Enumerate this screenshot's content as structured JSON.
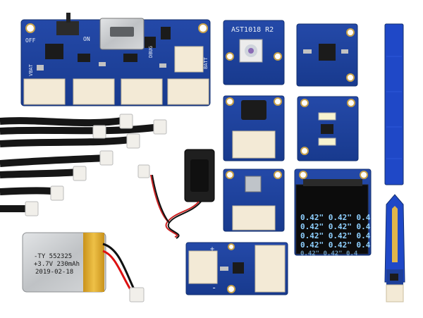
{
  "scene": {
    "description_label": "Electronics kit product photo"
  },
  "main_board": {
    "labels": {
      "off": "OFF",
      "on": "ON",
      "vbat": "VBAT",
      "batt": "BATT",
      "debug": "DBUG"
    }
  },
  "led_board": {
    "title": "AST1018 R2"
  },
  "oled": {
    "rows": [
      "0.42\" 0.42\" 0.4",
      "0.42\" 0.42\" 0.4",
      "0.42\" 0.42\" 0.4",
      "0.42\" 0.42\" 0.4",
      "0.42\" 0.42\" 0.4"
    ]
  },
  "battery": {
    "line1": "-TY 552325",
    "line2": "+3.7V 230mAh",
    "line3": "2019-02-18"
  },
  "charger": {
    "plus": "+",
    "minus": "-"
  },
  "colors": {
    "pcb": "#1d3f9a",
    "pcb_dark": "#15307a",
    "connector": "#f3ead6",
    "battery_gold": "#e6b12a",
    "battery_silver": "#c8cacc"
  }
}
